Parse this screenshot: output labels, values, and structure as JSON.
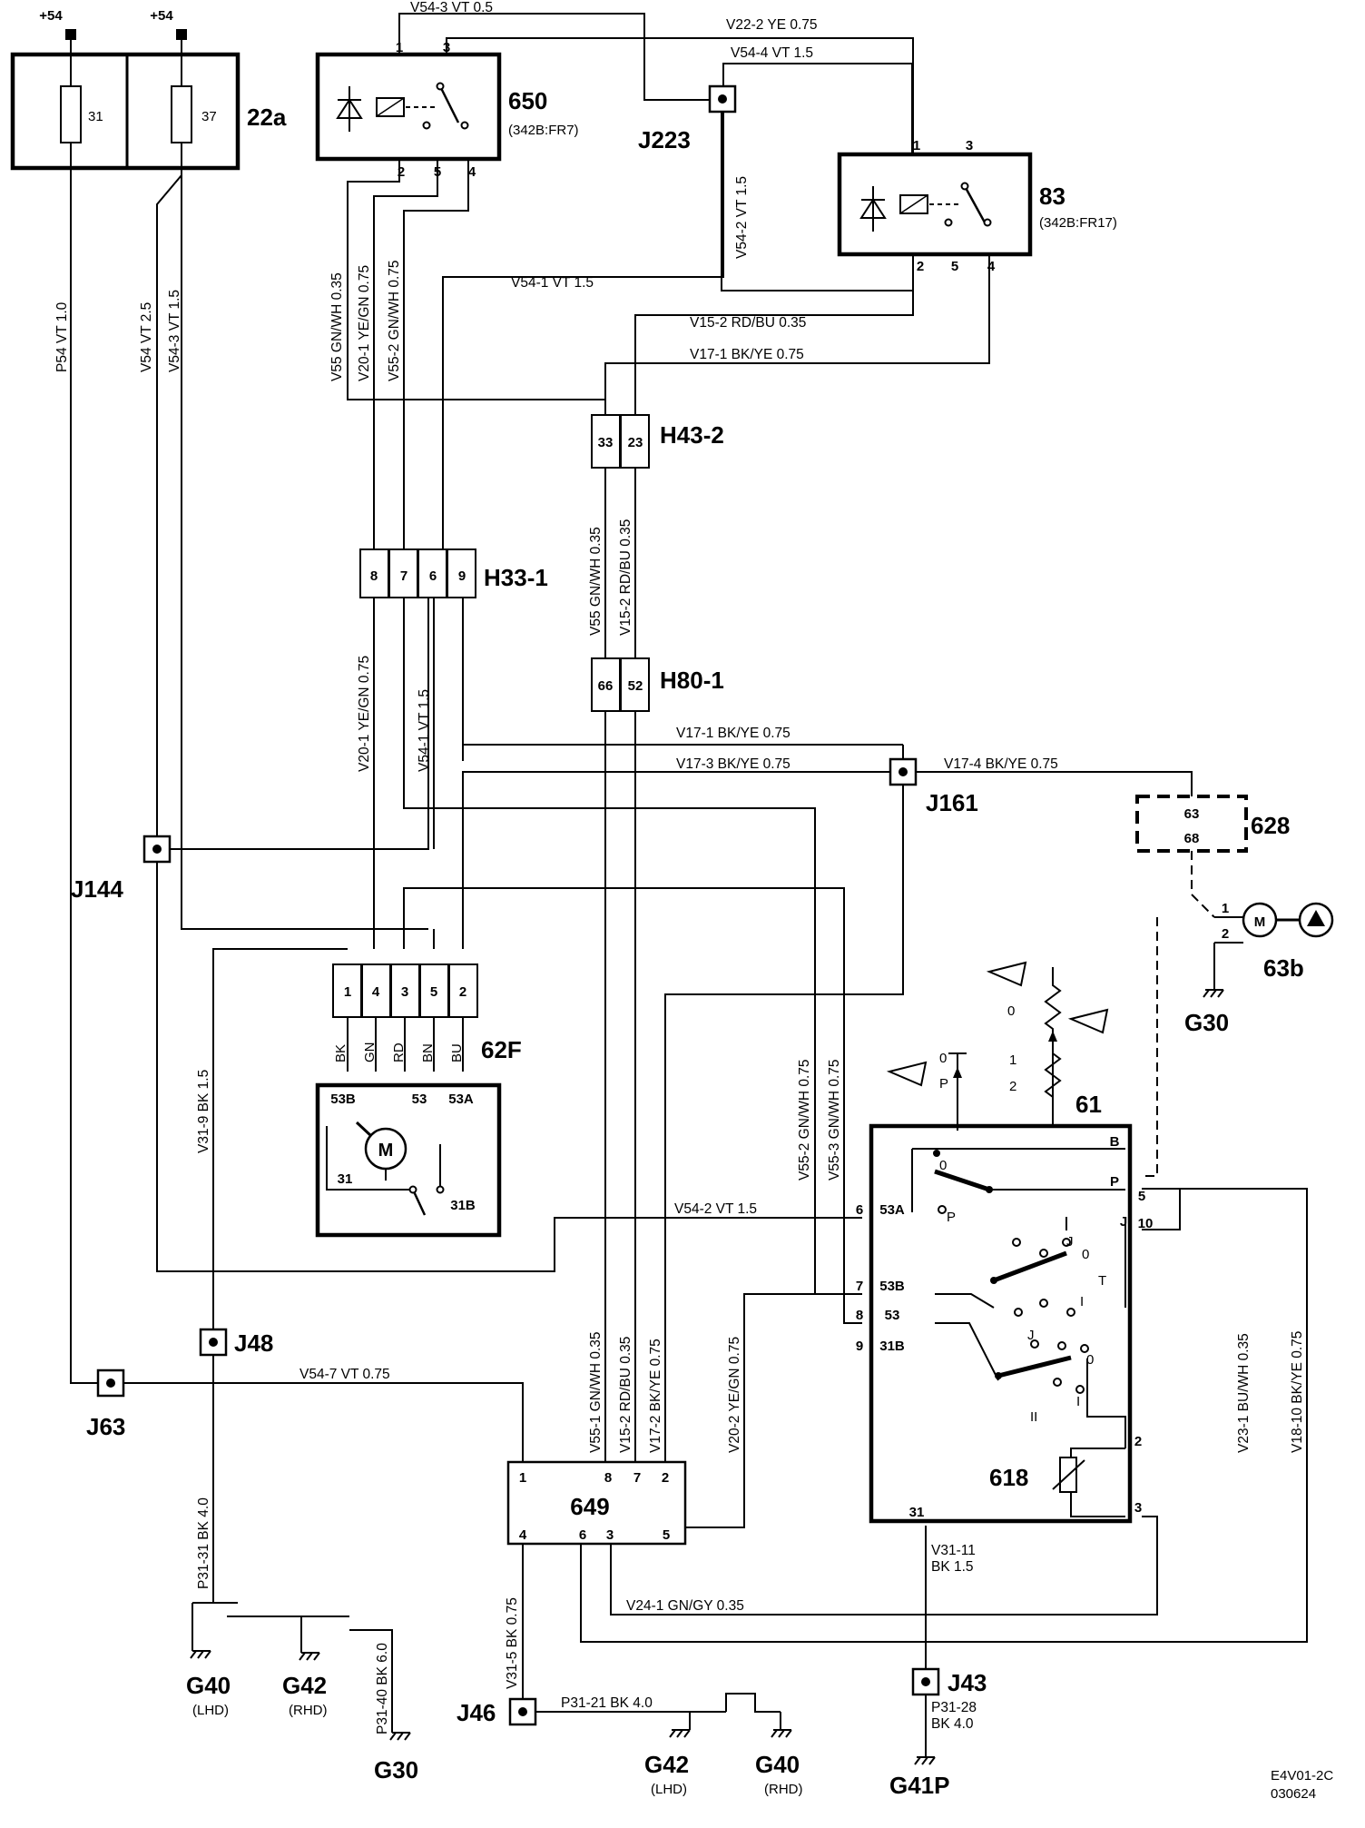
{
  "fuse_box": {
    "label": "22a",
    "fuse_a": "31",
    "fuse_b": "37",
    "supply_a": "+54",
    "supply_b": "+54"
  },
  "relay_650": {
    "label": "650",
    "ref": "(342B:FR7)",
    "pins": [
      "1",
      "3",
      "2",
      "5",
      "4"
    ]
  },
  "relay_83": {
    "label": "83",
    "ref": "(342B:FR17)",
    "pins": [
      "1",
      "3",
      "2",
      "5",
      "4"
    ]
  },
  "connectors": {
    "h43_2": {
      "label": "H43-2",
      "pins": [
        "33",
        "23"
      ]
    },
    "h33_1": {
      "label": "H33-1",
      "pins": [
        "8",
        "7",
        "6",
        "9"
      ]
    },
    "h80_1": {
      "label": "H80-1",
      "pins": [
        "66",
        "52"
      ]
    },
    "c62f": {
      "label": "62F",
      "pins": [
        "1",
        "4",
        "3",
        "5",
        "2"
      ],
      "colors": [
        "BK",
        "GN",
        "RD",
        "BN",
        "BU"
      ]
    }
  },
  "motor_62f": {
    "symbol": "M",
    "terminals": [
      "53B",
      "53",
      "53A",
      "31",
      "31B"
    ]
  },
  "switch_61": {
    "label": "61",
    "resistor": "618",
    "contacts": [
      "B",
      "P",
      "J",
      "0",
      "P",
      "31",
      "2",
      "3",
      "5",
      "10"
    ],
    "positions": [
      "J",
      "0",
      "T",
      "I",
      "J",
      "0",
      "I",
      "II"
    ],
    "ladder": [
      "0",
      "1",
      "2",
      "0",
      "P"
    ],
    "pins": [
      "6",
      "53A",
      "7",
      "53B",
      "8",
      "53",
      "9",
      "31B"
    ]
  },
  "module_649": {
    "label": "649",
    "pins": [
      "1",
      "8",
      "7",
      "2",
      "4",
      "6",
      "3",
      "5"
    ]
  },
  "comp_628": {
    "label": "628",
    "pins": [
      "63",
      "68"
    ]
  },
  "pump_63b": {
    "label": "63b",
    "symbol": "M",
    "pins": [
      "1",
      "2"
    ]
  },
  "junctions": {
    "j223": "J223",
    "j161": "J161",
    "j144": "J144",
    "j48": "J48",
    "j63": "J63",
    "j46": "J46",
    "j43": "J43"
  },
  "grounds": [
    {
      "label": "G40",
      "note": "(LHD)"
    },
    {
      "label": "G42",
      "note": "(RHD)"
    },
    {
      "label": "G30"
    },
    {
      "label": "G42",
      "note": "(LHD)"
    },
    {
      "label": "G40",
      "note": "(RHD)"
    },
    {
      "label": "G41P"
    },
    {
      "label": "G30"
    }
  ],
  "wire_labels": {
    "h": [
      "V54-3   VT   0.5",
      "V22-2   YE   0.75",
      "V54-4   VT   1.5",
      "V54-1   VT   1.5",
      "V15-2   RD/BU   0.35",
      "V17-1   BK/YE   0.75",
      "V17-1   BK/YE   0.75",
      "V17-3   BK/YE   0.75",
      "V17-4   BK/YE   0.75",
      "V54-2   VT   1.5",
      "V54-7   VT   0.75",
      "V24-1   GN/GY   0.35",
      "P31-21  BK  4.0",
      "V31-11",
      "BK  1.5",
      "P31-28",
      "BK  4.0"
    ],
    "v": [
      "P54   VT   1.0",
      "V54   VT   2.5",
      "V54-3   VT   1.5",
      "V55   GN/WH   0.35",
      "V20-1   YE/GN   0.75",
      "V55-2   GN/WH   0.75",
      "V54-2   VT   1.5",
      "V55   GN/WH   0.35",
      "V15-2   RD/BU   0.35",
      "V20-1   YE/GN   0.75",
      "V54-1   VT   1.5",
      "V31-9   BK   1.5",
      "V55-2   GN/WH   0.75",
      "V55-3   GN/WH   0.75",
      "V55-1   GN/WH   0.35",
      "V15-2   RD/BU   0.35",
      "V17-2   BK/YE   0.75",
      "V20-2   YE/GN   0.75",
      "V23-1   BU/WH   0.35",
      "V18-10   BK/YE   0.75",
      "P31-31   BK   4.0",
      "V31-5   BK   0.75",
      "P31-40   BK   6.0"
    ]
  },
  "footer": {
    "code": "E4V01-2C",
    "date": "030624"
  }
}
